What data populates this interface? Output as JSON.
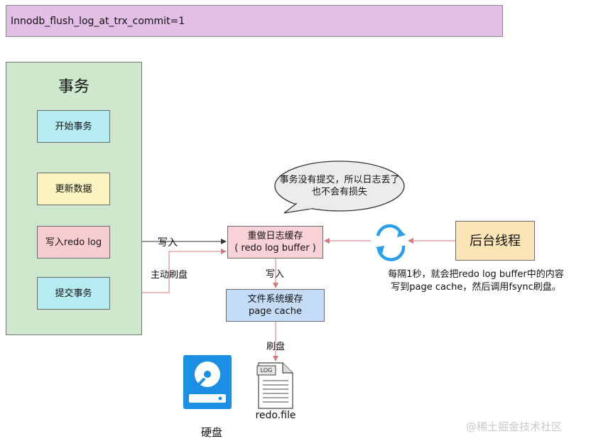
{
  "header": {
    "title": "Innodb_flush_log_at_trx_commit=1"
  },
  "transaction": {
    "title": "事务",
    "steps": [
      "开始事务",
      "更新数据",
      "写入redo log",
      "提交事务"
    ]
  },
  "redo_buffer": {
    "line1": "重做日志缓存",
    "line2": "( redo log buffer )"
  },
  "page_cache": {
    "line1": "文件系统缓存",
    "line2": "page cache"
  },
  "background_thread": {
    "label": "后台线程"
  },
  "edges": {
    "write_label": "写入",
    "active_flush_label": "主动刷盘",
    "write_label_2": "写入",
    "flush_label": "刷盘"
  },
  "bubble": {
    "line1": "事务没有提交，所以日志丢了",
    "line2": "也不会有损失"
  },
  "note": {
    "line1": "每隔1秒，就会把redo log buffer中的内容",
    "line2": "写到page cache，然后调用fsync刷盘。"
  },
  "disk": {
    "label": "硬盘"
  },
  "file": {
    "badge": "LOG",
    "label": "redo.file"
  },
  "watermark": "@稀土掘金技术社区",
  "colors": {
    "accent_red": "#d9777c",
    "arrow_dark": "#333333",
    "disk_blue": "#1a8fe3"
  }
}
